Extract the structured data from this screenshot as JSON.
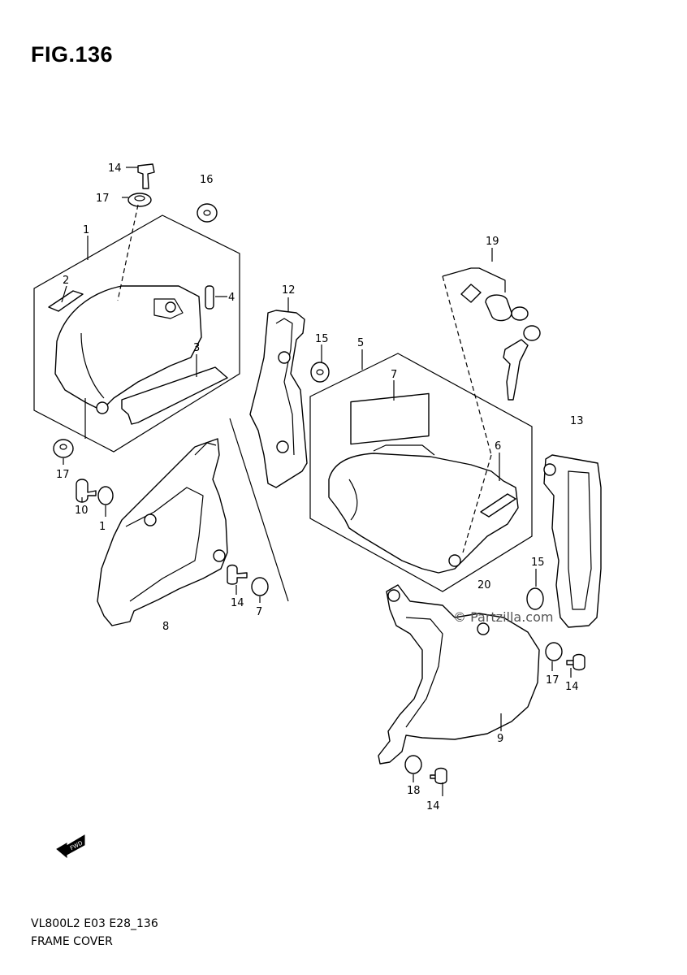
{
  "figure": {
    "title": "FIG.136"
  },
  "footer": {
    "code": "VL800L2 E03 E28_136",
    "name": "FRAME COVER"
  },
  "watermark": "© Partzilla.com",
  "callouts": [
    "14",
    "16",
    "17",
    "1",
    "2",
    "4",
    "3",
    "17",
    "10",
    "1",
    "12",
    "15",
    "5",
    "7",
    "19",
    "6",
    "13",
    "8",
    "14",
    "7",
    "20",
    "15",
    "17",
    "14",
    "9",
    "18",
    "14"
  ],
  "icons": {
    "front_indicator": "fwd-arrow-icon"
  }
}
